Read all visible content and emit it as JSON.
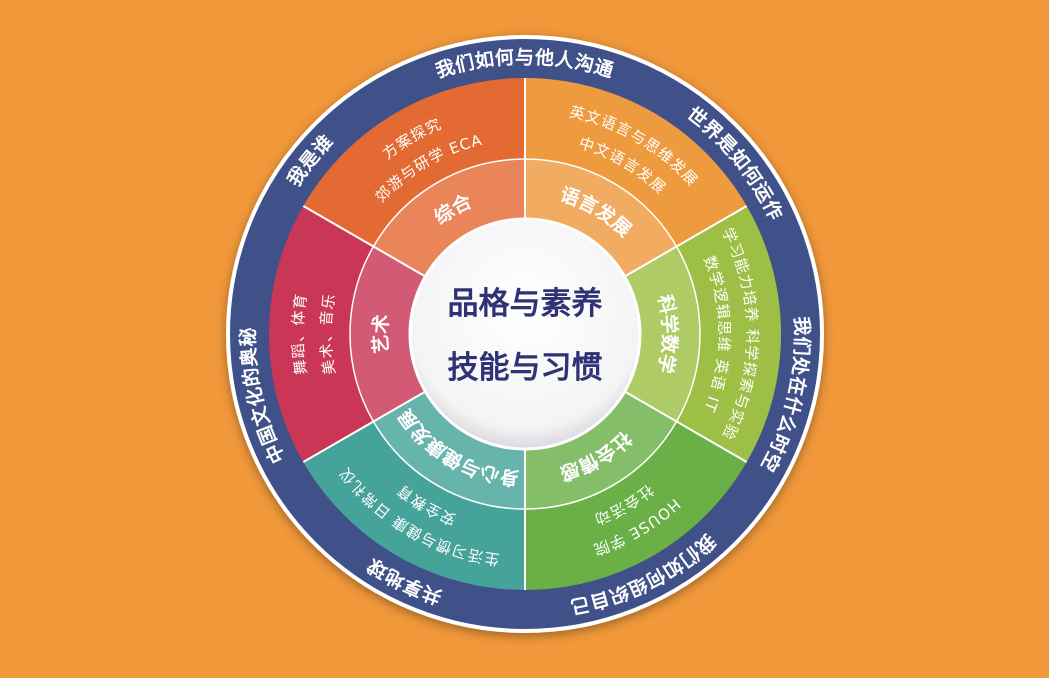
{
  "colors": {
    "background": "#F0983A",
    "outer_ring": "#3F5189",
    "center_disc": "#FFFFFF",
    "center_text": "#2F3275",
    "sector_language": "#EE9A3E",
    "sector_science": "#9DBF45",
    "sector_society": "#6AB047",
    "sector_health": "#45A39A",
    "sector_art": "#C93656",
    "sector_general": "#E46A34"
  },
  "center": {
    "line1": "品格与素养",
    "line2": "技能与习惯"
  },
  "outer_ring": [
    {
      "id": "communicate",
      "text": "我们如何与他人沟通"
    },
    {
      "id": "world",
      "text": "世界是如何运作"
    },
    {
      "id": "time-place",
      "text": "我们处在什么时空"
    },
    {
      "id": "organize",
      "text": "我们如何组织自己"
    },
    {
      "id": "share",
      "text": "共享地球"
    },
    {
      "id": "culture",
      "text": "中国文化的奥秘"
    },
    {
      "id": "who",
      "text": "我是谁"
    }
  ],
  "sectors": [
    {
      "id": "language",
      "color": "#EE9A3E",
      "inner_label": "语言发展",
      "items": [
        "英文语言与思维发展",
        "中文语言发展"
      ]
    },
    {
      "id": "science",
      "color": "#9DBF45",
      "inner_label": "科学数学",
      "items": [
        "学习能力培养  科学探索与实验",
        "数学逻辑思维  英语 IT"
      ]
    },
    {
      "id": "society",
      "color": "#6AB047",
      "inner_label": "社会情感",
      "items": [
        "HOUSE 学院",
        "社会活动"
      ]
    },
    {
      "id": "health",
      "color": "#45A39A",
      "inner_label": "身心与健康发展",
      "items": [
        "生活习惯与健康  日常礼仪",
        "安全教育"
      ]
    },
    {
      "id": "art",
      "color": "#C93656",
      "inner_label": "艺术",
      "items": [
        "舞蹈、体育",
        "美术、音乐"
      ]
    },
    {
      "id": "general",
      "color": "#E46A34",
      "inner_label": "综合",
      "items": [
        "方案探究",
        "郊游与研学  ECA"
      ]
    }
  ]
}
